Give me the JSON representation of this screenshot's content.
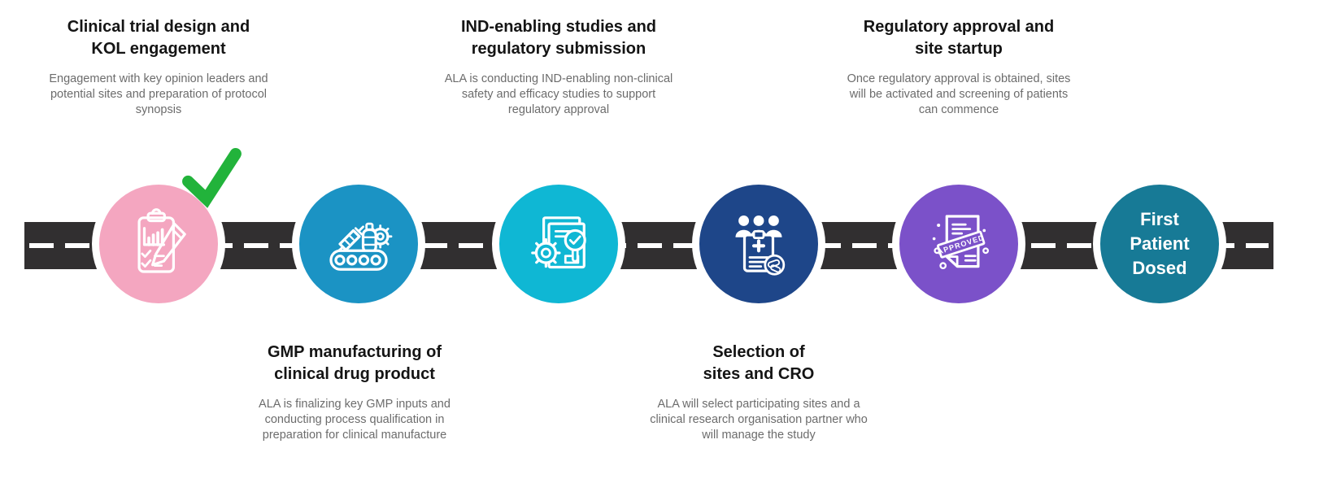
{
  "diagram": {
    "type": "clinical-development-roadmap",
    "background_color": "#ffffff",
    "road": {
      "color": "#312F30",
      "dash_color": "#ffffff"
    },
    "completed_check": {
      "color": "#22B33B",
      "meaning": "stage completed"
    }
  },
  "stages": [
    {
      "name": "Clinical trial design and KOL engagement",
      "title_lines": [
        "Clinical trial design and",
        "KOL engagement"
      ],
      "body": "Engagement with key opinion leaders and potential sites and preparation of protocol synopsis",
      "label_position": "above",
      "circle_color": "#F4A6C0",
      "icon": "clipboard-chart-pencil-icon",
      "completed": true
    },
    {
      "name": "GMP manufacturing of clinical drug product",
      "title_lines": [
        "GMP manufacturing of",
        "clinical drug product"
      ],
      "body": "ALA is finalizing key GMP inputs and conducting process qualification in preparation for clinical manufacture",
      "label_position": "below",
      "circle_color": "#1B93C4",
      "icon": "manufacturing-conveyor-icon",
      "completed": false
    },
    {
      "name": "IND-enabling studies and regulatory submission",
      "title_lines": [
        "IND-enabling studies and",
        "regulatory submission"
      ],
      "body": "ALA is conducting IND-enabling non-clinical safety and efficacy studies to support regulatory approval",
      "label_position": "above",
      "circle_color": "#0FB7D4",
      "icon": "documents-gear-magnifier-icon",
      "completed": false
    },
    {
      "name": "Selection of sites and CRO",
      "title_lines": [
        "Selection of",
        "sites and CRO"
      ],
      "body": "ALA will select participating sites and a clinical research organisation partner who will manage the study",
      "label_position": "below",
      "circle_color": "#1E4689",
      "icon": "team-clipboard-medical-icon",
      "completed": false
    },
    {
      "name": "Regulatory approval and site startup",
      "title_lines": [
        "Regulatory approval and",
        "site startup"
      ],
      "body": "Once regulatory approval is obtained, sites will be activated and screening of patients can commence",
      "label_position": "above",
      "circle_color": "#7B51C9",
      "icon": "approved-document-icon",
      "stamp_text": "APPROVED",
      "completed": false
    },
    {
      "name": "First Patient Dosed",
      "circle_label": "First\nPatient\nDosed",
      "label_position": "inside",
      "circle_color": "#177A96",
      "icon": "first-patient-dosed-text",
      "completed": false
    }
  ]
}
